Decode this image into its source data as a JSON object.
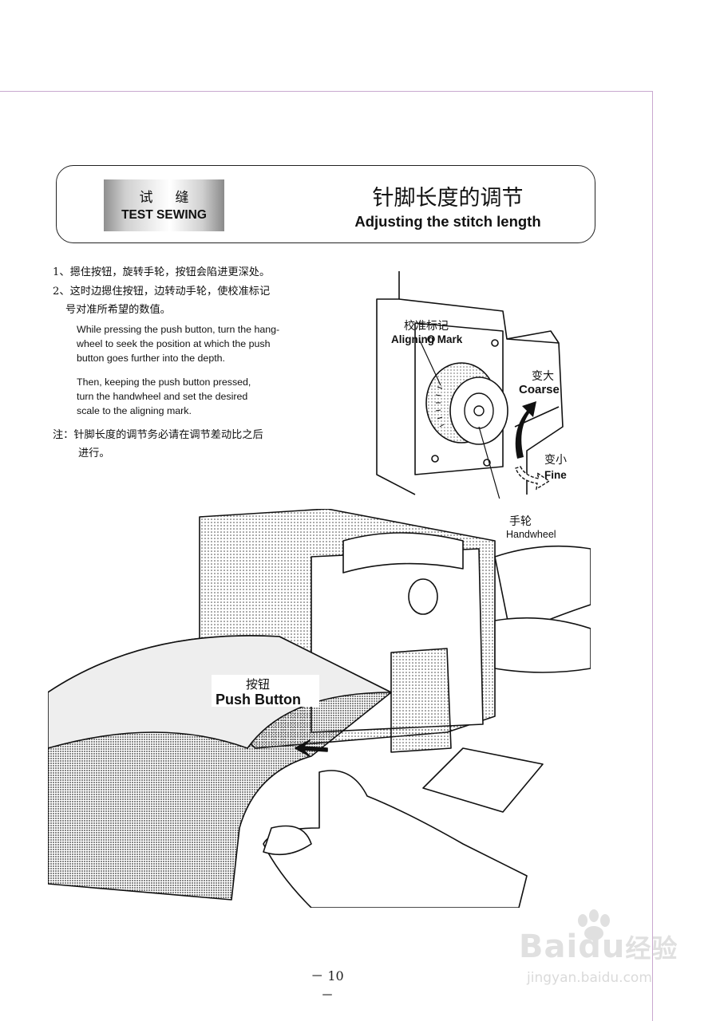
{
  "header": {
    "badge_cn": "试缝",
    "badge_en": "TEST SEWING",
    "title_cn": "针脚长度的调节",
    "title_en": "Adjusting the stitch length"
  },
  "instructions_cn": {
    "line1": "1、摁住按钮，旋转手轮，按钮会陷进更深处。",
    "line2": "2、这时边摁住按钮，边转动手轮，使校准标记",
    "line2b": "号对准所希望的数值。",
    "note": "注：针脚长度的调节务必请在调节差动比之后",
    "note_b": "进行。"
  },
  "instructions_en": {
    "para1": [
      "While pressing the push button, turn the hang-",
      "wheel to seek the position at which the push",
      "button goes further into the depth."
    ],
    "para2": [
      "Then, keeping the push button pressed,",
      "turn the handwheel and set the desired",
      "scale to the aligning mark."
    ]
  },
  "figure_labels": {
    "aligning_cn": "校准标记",
    "aligning_en": "Aligning Mark",
    "coarse_cn": "变大",
    "coarse_en": "Coarse",
    "fine_cn": "变小",
    "fine_en": "Fine",
    "handwheel_cn": "手轮",
    "handwheel_en": "Handwheel",
    "push_cn": "按钮",
    "push_en": "Push Button"
  },
  "page_number": "－ 10 －",
  "watermark": {
    "logo_en": "Baidu",
    "logo_cn": "经验",
    "url": "jingyan.baidu.com"
  },
  "colors": {
    "border_accent": "#c9a8cf",
    "ink": "#111111"
  }
}
